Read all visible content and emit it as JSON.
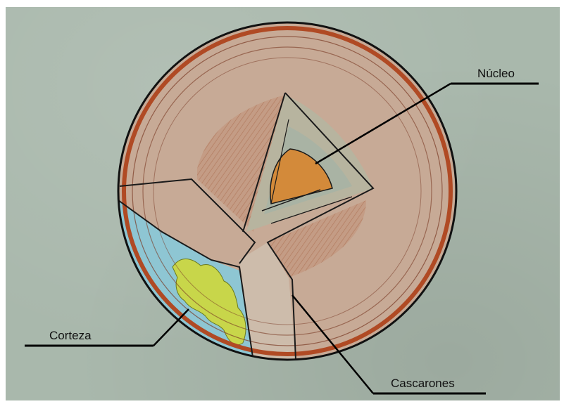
{
  "labels": {
    "nucleo": "Núcleo",
    "corteza": "Corteza",
    "cascarones": "Cascarones"
  },
  "colors": {
    "background": "#a9b8ac",
    "crust_ocean": "#8fc9d6",
    "land": "#c9d84a",
    "mantle": "#c6a088",
    "inner_layer": "#bba28c",
    "core": "#d2893a",
    "outline": "#1a1a1a",
    "rim": "#b24a25"
  }
}
